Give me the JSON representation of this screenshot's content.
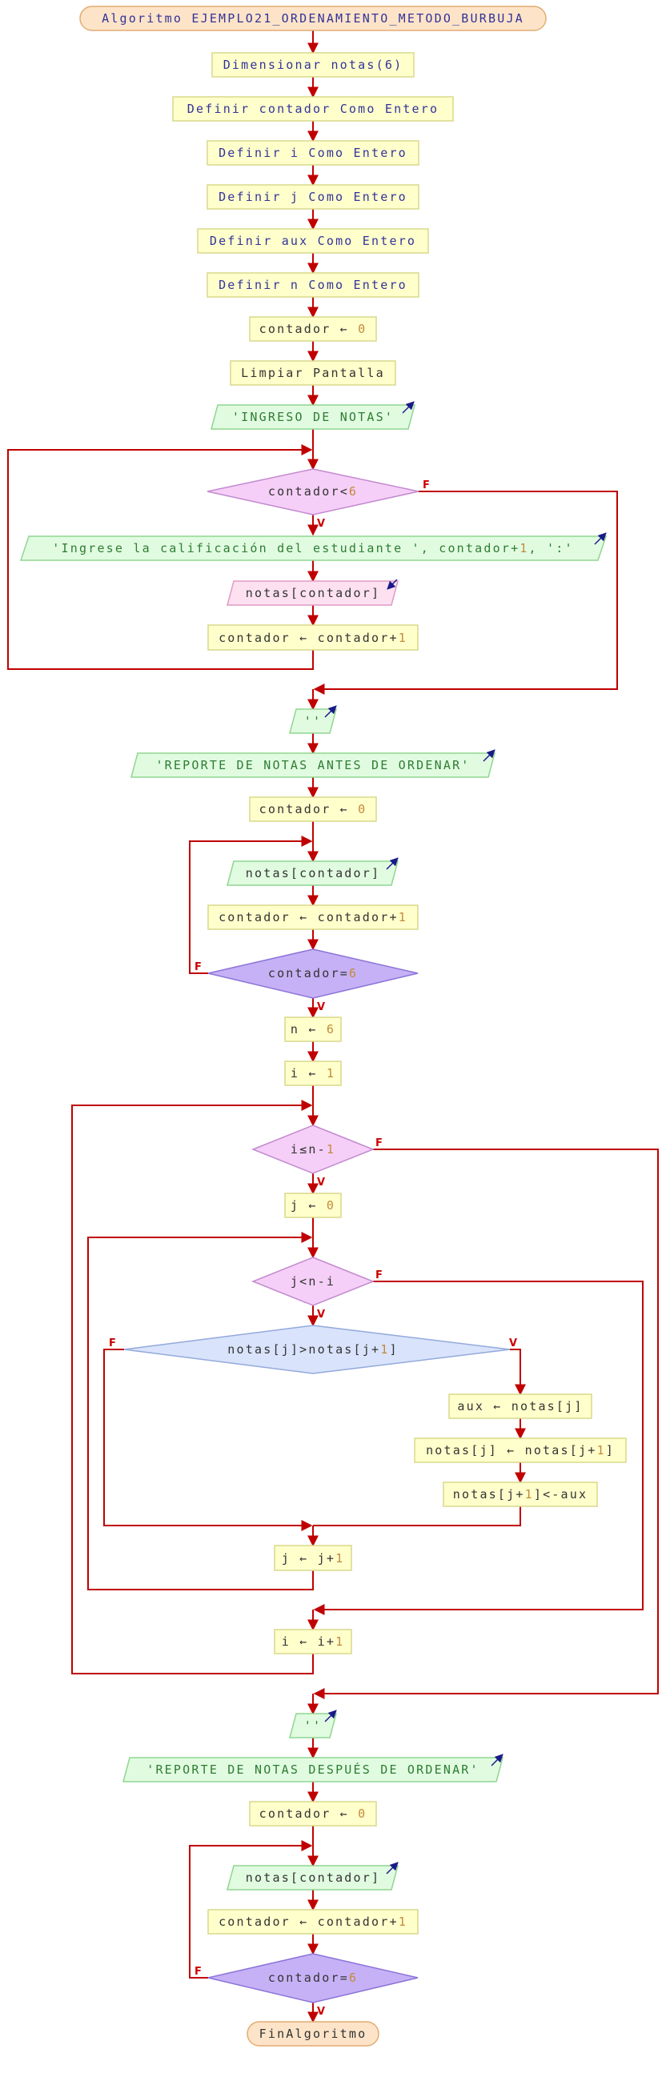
{
  "title": "Algoritmo EJEMPLO21_ORDENAMIENTO_METODO_BURBUJA",
  "end": "FinAlgoritmo",
  "steps": {
    "dim": "Dimensionar notas(6)",
    "def_contador": "Definir contador Como Entero",
    "def_i": "Definir i Como Entero",
    "def_j": "Definir j Como Entero",
    "def_aux": "Definir aux Como Entero",
    "def_n": "Definir n Como Entero",
    "assign_contador_0_a": "contador ← 0",
    "cls": "Limpiar Pantalla",
    "out_ingreso": "'INGRESO DE NOTAS'",
    "cond_contador_lt6": "contador<6",
    "out_prompt": "'Ingrese la calificación del estudiante ', contador+1, ':'",
    "in_notas": "notas[contador]",
    "inc_contador_a": "contador ← contador+1",
    "out_blank_a": "''",
    "out_reporte_antes": "'REPORTE DE NOTAS ANTES DE ORDENAR'",
    "assign_contador_0_b": "contador ← 0",
    "out_notas_b": "notas[contador]",
    "inc_contador_b": "contador ← contador+1",
    "cond_contador_eq6_a": "contador=6",
    "assign_n": "n ← 6",
    "assign_i": "i ← 1",
    "cond_i": "i≤n-1",
    "assign_j": "j ← 0",
    "cond_j": "j<n-i",
    "cond_swap": "notas[j]>notas[j+1]",
    "swap1": "aux ← notas[j]",
    "swap2": "notas[j] ← notas[j+1]",
    "swap3": "notas[j+1]<-aux",
    "inc_j": "j ← j+1",
    "inc_i": "i ← i+1",
    "out_blank_b": "''",
    "out_reporte_despues": "'REPORTE DE NOTAS DESPUÉS DE ORDENAR'",
    "assign_contador_0_c": "contador ← 0",
    "out_notas_c": "notas[contador]",
    "inc_contador_c": "contador ← contador+1",
    "cond_contador_eq6_b": "contador=6"
  },
  "branch_labels": {
    "true": "V",
    "false": "F"
  },
  "colors": {
    "process_fill": "#ffffcc",
    "process_border": "#d9d98c",
    "io_out_fill": "#e1fbe1",
    "io_out_border": "#8fd68f",
    "io_in_fill": "#fde1f1",
    "io_in_border": "#e29ac4",
    "decision_while_fill": "#f5cff7",
    "decision_while_border": "#c38ad0",
    "decision_repeat_fill": "#c7b1f6",
    "decision_repeat_border": "#8c74d8",
    "decision_if_fill": "#d9e3fb",
    "decision_if_border": "#93a9dc",
    "terminal_fill": "#fde4c8",
    "terminal_border": "#e2ac72",
    "arrow": "#c00000",
    "number_text": "#c38a3a"
  }
}
